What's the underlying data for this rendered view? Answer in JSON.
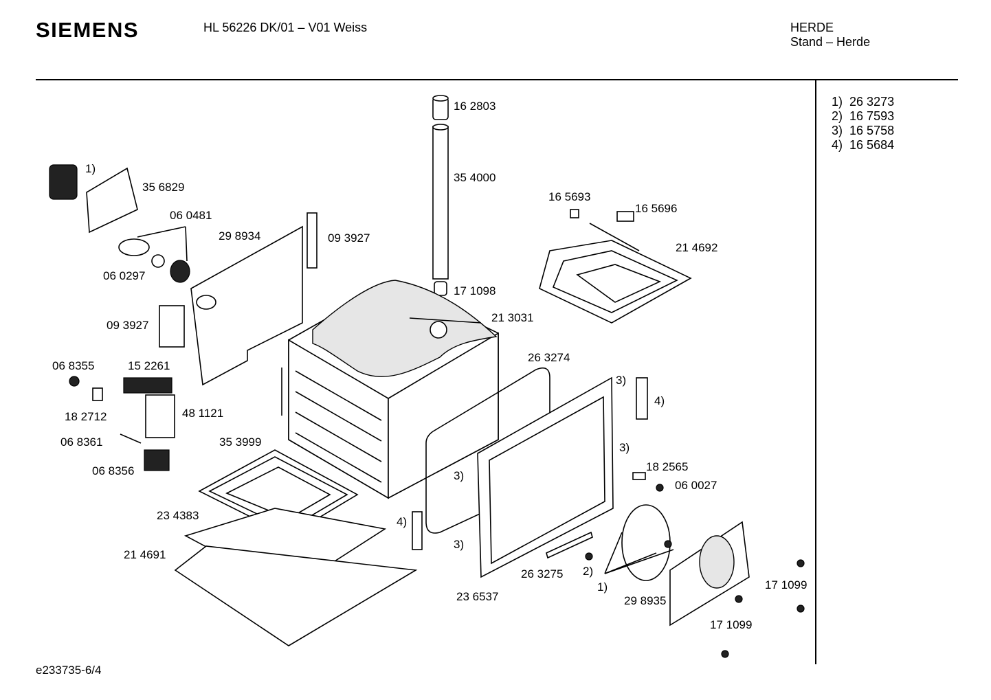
{
  "header": {
    "brand": "SIEMENS",
    "model": "HL 56226 DK/01 – V01 Weiss",
    "category_1": "HERDE",
    "category_2": "Stand – Herde"
  },
  "legend": [
    {
      "key": "1)",
      "part": "26 3273"
    },
    {
      "key": "2)",
      "part": "16 7593"
    },
    {
      "key": "3)",
      "part": "16 5758"
    },
    {
      "key": "4)",
      "part": "16 5684"
    }
  ],
  "labels": {
    "p162803": "16 2803",
    "p354000": "35 4000",
    "p171098": "17 1098",
    "p213031": "21 3031",
    "p356829": "35 6829",
    "p060481": "06 0481",
    "p298934": "29 8934",
    "p093927a": "09 3927",
    "p060297": "06 0297",
    "p093927b": "09 3927",
    "p068355": "06 8355",
    "p152261": "15 2261",
    "p182712": "18 2712",
    "p481121": "48 1121",
    "p068361": "06 8361",
    "p068356": "06 8356",
    "p353999": "35 3999",
    "p234383": "23 4383",
    "p214691": "21 4691",
    "p165693": "16 5693",
    "p165696": "16 5696",
    "p214692": "21 4692",
    "p263274": "26 3274",
    "p182565": "18 2565",
    "p060027": "06 0027",
    "p263275": "26 3275",
    "p236537": "23 6537",
    "p298935": "29 8935",
    "p171099a": "17 1099",
    "p171099b": "17 1099",
    "r1a": "1)",
    "r1b": "1)",
    "r2": "2)",
    "r3a": "3)",
    "r3b": "3)",
    "r3c": "3)",
    "r3d": "3)",
    "r4a": "4)",
    "r4b": "4)"
  },
  "footer": "e233735-6/4"
}
